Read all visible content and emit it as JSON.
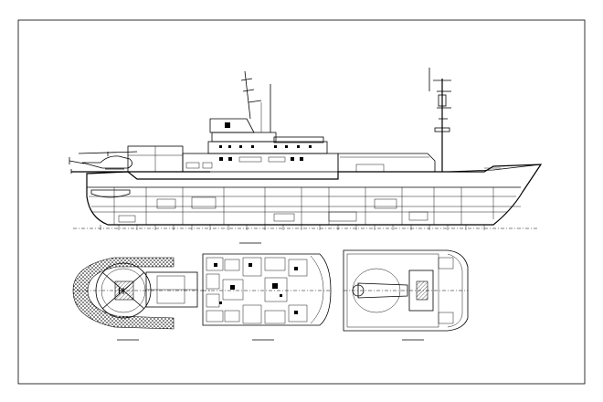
{
  "drawing": {
    "views": [
      {
        "id": "profile",
        "label": ""
      },
      {
        "id": "helideck-plan",
        "label": ""
      },
      {
        "id": "deck-plan",
        "label": ""
      },
      {
        "id": "main-deck-plan",
        "label": ""
      }
    ],
    "helideck_marking": "H"
  }
}
